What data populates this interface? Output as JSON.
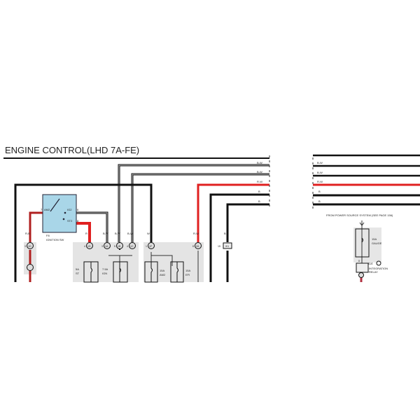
{
  "title": "ENGINE CONTROL(LHD 7A-FE)",
  "colors": {
    "wire_black": "#111111",
    "wire_red": "#e02020",
    "switch_fill": "#a9d6e8",
    "shade": "#e4e4e4"
  },
  "bus_wires": [
    {
      "color_code": ""
    },
    {
      "color_code": "B-W"
    },
    {
      "color_code": "B-W"
    },
    {
      "color_code": "R-W"
    },
    {
      "color_code": "B"
    },
    {
      "color_code": "B"
    }
  ],
  "ignition_switch": {
    "id": "F8",
    "name": "IGNITION SW",
    "pins": [
      {
        "num": "7",
        "label": "AM2"
      },
      {
        "num": "6",
        "label": "IG2"
      },
      {
        "num": "8",
        "label": "ST2"
      }
    ]
  },
  "wire_labels": {
    "am2": "R-B",
    "ig2": "B-W",
    "st2": "R",
    "ign1": "B-W",
    "ign2": "B-W",
    "am2_out": "W",
    "efi": "R-W",
    "b1": "B",
    "b2": "B"
  },
  "connectors": [
    {
      "pin": "3",
      "id": "1D"
    },
    {
      "pin": "4",
      "id": "1D"
    },
    {
      "pin": "3",
      "id": "1A"
    },
    {
      "pin": "5",
      "id": "1B"
    },
    {
      "pin": "4",
      "id": "1C"
    },
    {
      "pin": "1",
      "id": "1F"
    },
    {
      "pin": "8",
      "id": "2A"
    },
    {
      "pin": "15",
      "id": "IK1"
    }
  ],
  "fuses": [
    {
      "rating": "5A",
      "name": "ST"
    },
    {
      "rating": "7.5A",
      "name": "IGN"
    },
    {
      "rating": "15A",
      "name": "AM2"
    },
    {
      "rating": "15A",
      "name": "EFI"
    },
    {
      "rating": "15A",
      "name": "GAUGE"
    }
  ],
  "power_source_note": "FROM POWER SOURCE SYSTEM (SEE PAGE 156)",
  "relay": {
    "id": "I14",
    "pin": "8",
    "name_line1": "INTEGRATION",
    "name_line2": "RELAY"
  }
}
